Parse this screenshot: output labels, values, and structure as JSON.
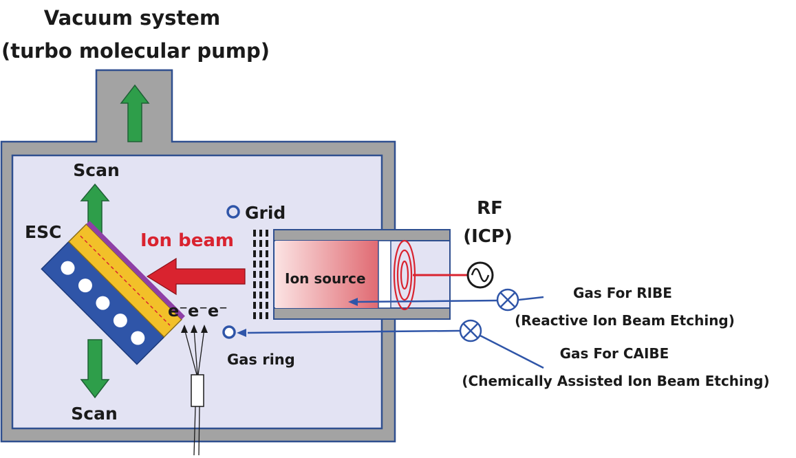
{
  "vacuum": {
    "title": "Vacuum system",
    "subtitle": "(turbo molecular pump)"
  },
  "labels": {
    "scan_top": "Scan",
    "scan_bottom": "Scan",
    "esc": "ESC",
    "grid": "Grid",
    "ion_beam": "Ion beam",
    "ion_source": "Ion source",
    "electrons": "e⁻e⁻e⁻",
    "gas_ring": "Gas ring",
    "rf": "RF",
    "icp": "(ICP)",
    "gas_ribe": "Gas For RIBE",
    "gas_ribe_full": "(Reactive Ion Beam Etching)",
    "gas_caibe": "Gas For CAIBE",
    "gas_caibe_full": "(Chemically Assisted Ion Beam Etching)"
  },
  "colors": {
    "chamber_wall": "#a3a3a3",
    "chamber_border": "#2f4f8f",
    "chamber_inner": "#e3e3f3",
    "scan_arrow": "#2e9e4a",
    "ion_beam": "#d9232f",
    "esc_body": "#2f55a8",
    "wafer": "#f2c029",
    "gas_line": "#2f55a8",
    "rf_coil": "#d9232f"
  }
}
